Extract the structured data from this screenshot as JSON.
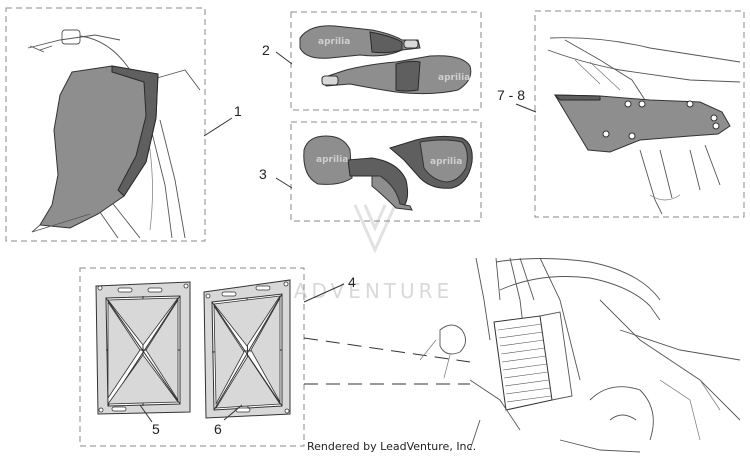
{
  "diagram": {
    "callouts": {
      "c1": "1",
      "c2": "2",
      "c3": "3",
      "c4": "4",
      "c5": "5",
      "c6": "6",
      "c78": "7 - 8"
    },
    "part_branding": "aprilia",
    "watermark_text": "LEADVENTURE",
    "footer_text": "Rendered by LeadVenture, Inc."
  },
  "colors": {
    "frame_stroke": "#8a8a8a",
    "part_fill": "#8e8e8e",
    "part_dark": "#5f5f5f",
    "line": "#333333",
    "background": "#ffffff"
  }
}
